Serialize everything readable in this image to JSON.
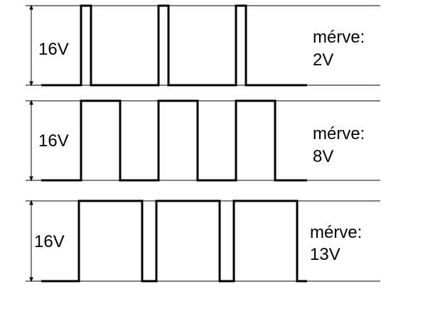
{
  "colors": {
    "background": "#ffffff",
    "line": "#000000"
  },
  "signals": [
    {
      "amplitude_label": "16V",
      "measured_label": "mérve:",
      "measured_value": "2V",
      "duty_fraction": 0.125,
      "pulse_count": 3
    },
    {
      "amplitude_label": "16V",
      "measured_label": "mérve:",
      "measured_value": "8V",
      "duty_fraction": 0.5,
      "pulse_count": 3
    },
    {
      "amplitude_label": "16V",
      "measured_label": "mérve:",
      "measured_value": "13V",
      "duty_fraction": 0.8125,
      "pulse_count": 3
    }
  ]
}
